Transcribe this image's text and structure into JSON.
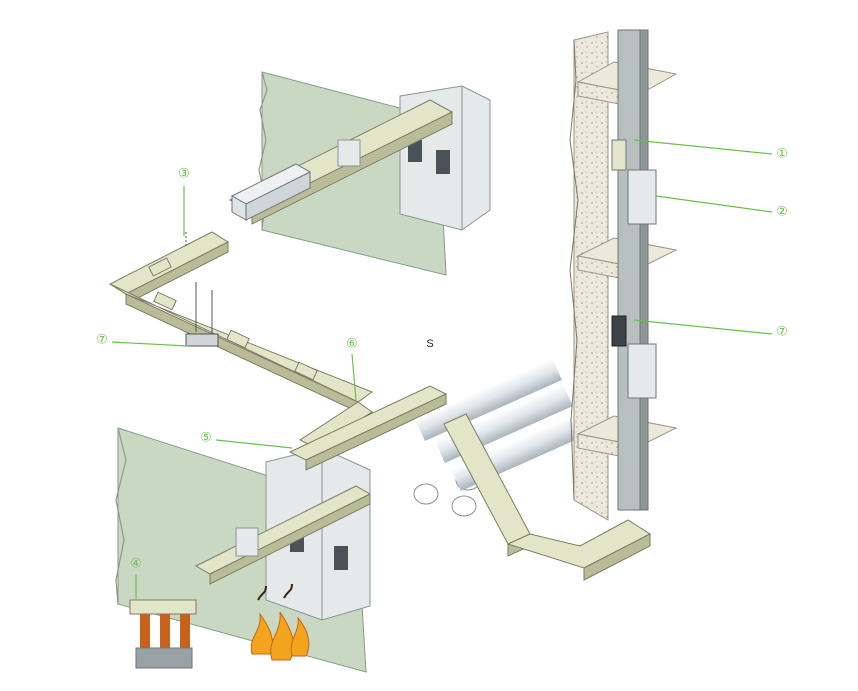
{
  "diagram": {
    "center_label": "S",
    "callouts": [
      "①",
      "②",
      "③",
      "④",
      "⑤",
      "⑥",
      "⑦",
      "⑦"
    ],
    "colors": {
      "callout": "#6abf4b",
      "wall": "#c9d8c3",
      "wall_edge": "#8a9a86",
      "duct": "#e3e5c8",
      "duct_shade": "#b9bc96",
      "riser": "#b8c0bf",
      "cabinet": "#e6e9ea",
      "pipe": "#dfe5ea",
      "floor_slab": "#ece8dc",
      "flame": "#f2a51c"
    }
  }
}
